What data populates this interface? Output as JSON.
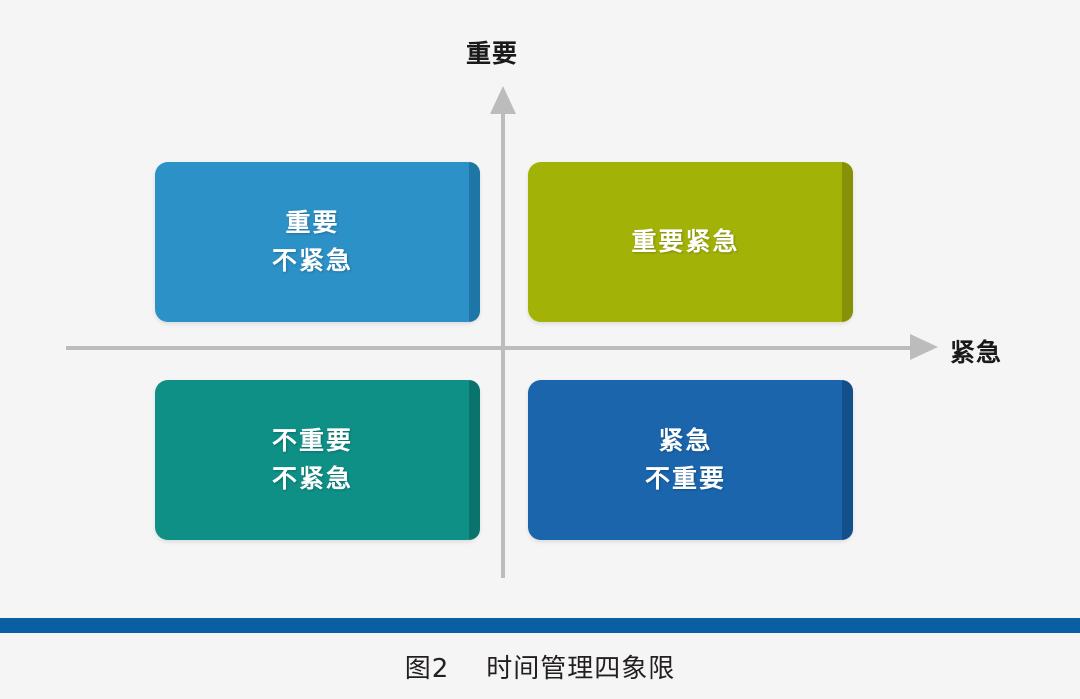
{
  "figure": {
    "caption": "图2    时间管理四象限",
    "background_color": "#f5f5f5"
  },
  "axes": {
    "vertical": {
      "label": "重要",
      "arrow_direction": "up",
      "line_color": "#bcbcbc"
    },
    "horizontal": {
      "label": "紧急",
      "arrow_direction": "right",
      "line_color": "#bcbcbc"
    }
  },
  "quadrants": [
    {
      "id": "important-not-urgent",
      "position": "top-left",
      "lines": [
        "重要",
        "不紧急"
      ],
      "text": "重要\n不紧急",
      "fill_color": "#2b91c7",
      "bevel_color": "#1d76a6",
      "text_color": "#ffffff"
    },
    {
      "id": "important-urgent",
      "position": "top-right",
      "lines": [
        "重要紧急"
      ],
      "text": "重要紧急",
      "fill_color": "#a3b207",
      "bevel_color": "#859205",
      "text_color": "#ffffff"
    },
    {
      "id": "not-important-not-urgent",
      "position": "bottom-left",
      "lines": [
        "不重要",
        "不紧急"
      ],
      "text": "不重要\n不紧急",
      "fill_color": "#0e9087",
      "bevel_color": "#0a736c",
      "text_color": "#ffffff"
    },
    {
      "id": "urgent-not-important",
      "position": "bottom-right",
      "lines": [
        "紧急",
        "不重要"
      ],
      "text": "紧急\n不重要",
      "fill_color": "#1a65ac",
      "bevel_color": "#13508b",
      "text_color": "#ffffff"
    }
  ],
  "decorations": {
    "bottom_rule_color": "#0a5fa4"
  }
}
